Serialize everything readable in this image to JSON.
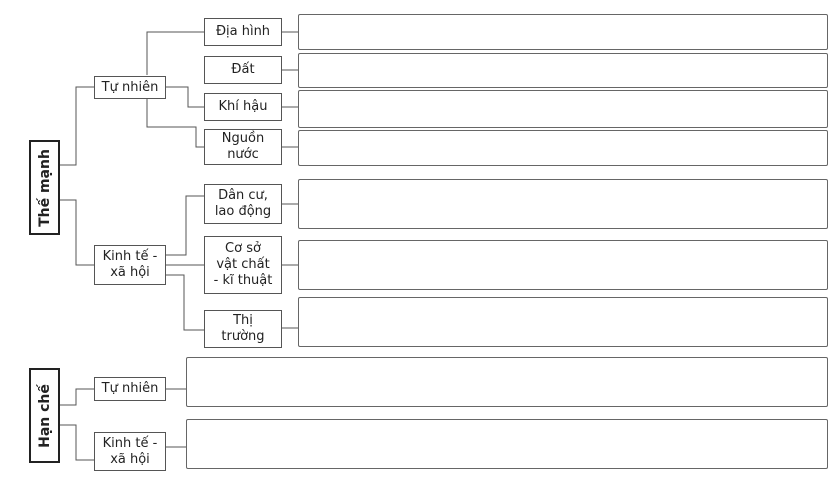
{
  "roots": {
    "the_manh": "Thế mạnh",
    "han_che": "Hạn chế"
  },
  "groups": {
    "tu_nhien": "Tự nhiên",
    "kinh_te_xa_hoi": "Kinh tế -\nxã hội",
    "han_che_tu_nhien": "Tự nhiên",
    "han_che_kinh_te_xa_hoi": "Kinh tế -\nxã hội"
  },
  "factors": {
    "dia_hinh": "Địa hình",
    "dat": "Đất",
    "khi_hau": "Khí hậu",
    "nguon_nuoc": "Nguồn\nnước",
    "dan_cu": "Dân cư,\nlao động",
    "co_so": "Cơ sở\nvật chất\n- kĩ thuật",
    "thi_truong": "Thị\ntrường"
  },
  "answer_boxes": {
    "dia_hinh": "",
    "dat": "",
    "khi_hau": "",
    "nguon_nuoc": "",
    "dan_cu": "",
    "co_so": "",
    "thi_truong": "",
    "han_che_tu_nhien": "",
    "han_che_kinh_te_xa_hoi": ""
  }
}
